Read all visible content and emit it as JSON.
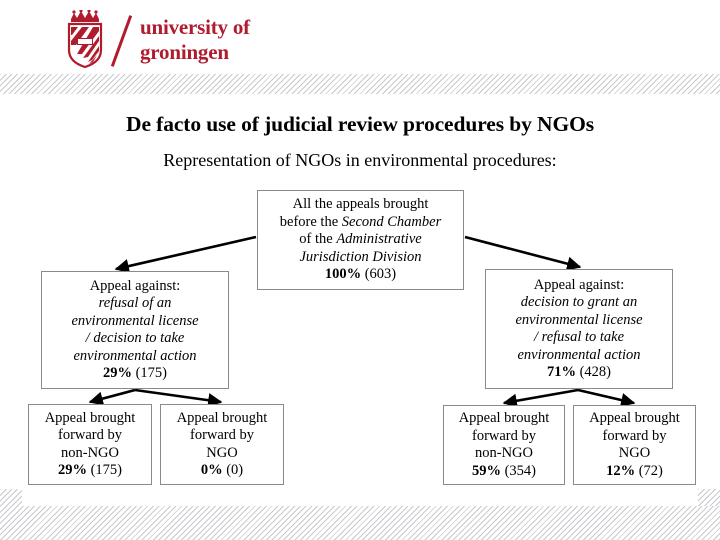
{
  "brand": {
    "name_line1": "university of",
    "name_line2": "groningen",
    "crest_label": "university-of-groningen-crest",
    "color": "#b01c2e"
  },
  "heading": {
    "title": "De facto use of judicial review procedures by NGOs",
    "subtitle": "Representation of NGOs in environmental procedures:"
  },
  "diagram": {
    "type": "flowchart",
    "border_color": "#8a8a8a",
    "nodes": {
      "top": {
        "lines": [
          {
            "text": "All the appeals brought",
            "italic": false
          },
          {
            "text": "before the ",
            "italic": false,
            "tail": "Second Chamber",
            "tail_italic": true
          },
          {
            "text": "of the ",
            "italic": false,
            "tail": "Administrative",
            "tail_italic": true
          },
          {
            "text": "Jurisdiction Division",
            "italic": true
          }
        ],
        "line1": "All the appeals brought",
        "line2_plain": "before the ",
        "line2_italic": "Second Chamber",
        "line3_plain": "of the ",
        "line3_italic": "Administrative",
        "line4_italic": "Jurisdiction Division",
        "percent": "100%",
        "count": "(603)"
      },
      "left": {
        "line1": "Appeal against:",
        "line2": "refusal of an",
        "line3": "environmental license",
        "line4": "/ decision to take",
        "line5": "environmental action",
        "percent": "29%",
        "count": "(175)"
      },
      "right": {
        "line1": "Appeal against:",
        "line2": "decision to grant an",
        "line3": "environmental license",
        "line4": "/ refusal to take",
        "line5": "environmental action",
        "percent": "71%",
        "count": "(428)"
      },
      "left_non_ngo": {
        "line1": "Appeal brought",
        "line2": "forward by",
        "line3": "non-NGO",
        "percent": "29%",
        "count": "(175)"
      },
      "left_ngo": {
        "line1": "Appeal brought",
        "line2": "forward by",
        "line3": "NGO",
        "percent": "0%",
        "count": "(0)"
      },
      "right_non_ngo": {
        "line1": "Appeal brought",
        "line2": "forward by",
        "line3": "non-NGO",
        "percent": "59%",
        "count": "(354)"
      },
      "right_ngo": {
        "line1": "Appeal brought",
        "line2": "forward by",
        "line3": "NGO",
        "percent": "12%",
        "count": "(72)"
      }
    }
  }
}
